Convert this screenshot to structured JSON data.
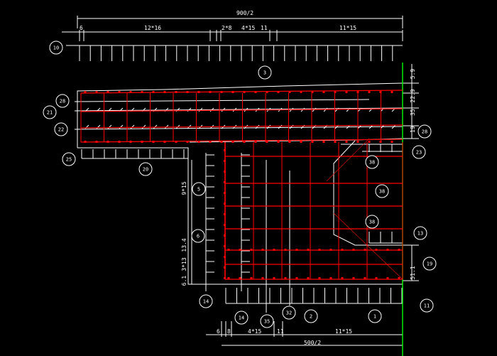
{
  "colors": {
    "background": "#000000",
    "line": "#ffffff",
    "rebar": "#ff0000",
    "centerline": "#00ff00"
  },
  "top_dimensions": {
    "overall": "900/2",
    "segments": [
      "6",
      "12*16",
      "2*8",
      "4*15",
      "11",
      "11*15"
    ]
  },
  "right_dimensions": {
    "d1": "5.9",
    "d2": "22.9",
    "d3": "35",
    "d4": "19",
    "d5": "51.1"
  },
  "left_dimensions": {
    "d1": "9*15",
    "d2": "13.4",
    "d3": "3*13",
    "d4": "6.1"
  },
  "bottom_dimensions": {
    "segments": [
      "6",
      "8",
      "4*15",
      "11",
      "11*15"
    ],
    "overall": "500/2"
  },
  "callouts": [
    "10",
    "3",
    "28",
    "21",
    "22",
    "25",
    "20",
    "28",
    "23",
    "38",
    "38",
    "38",
    "5",
    "6",
    "13",
    "19",
    "14",
    "14",
    "35",
    "32",
    "2",
    "1",
    "11"
  ]
}
